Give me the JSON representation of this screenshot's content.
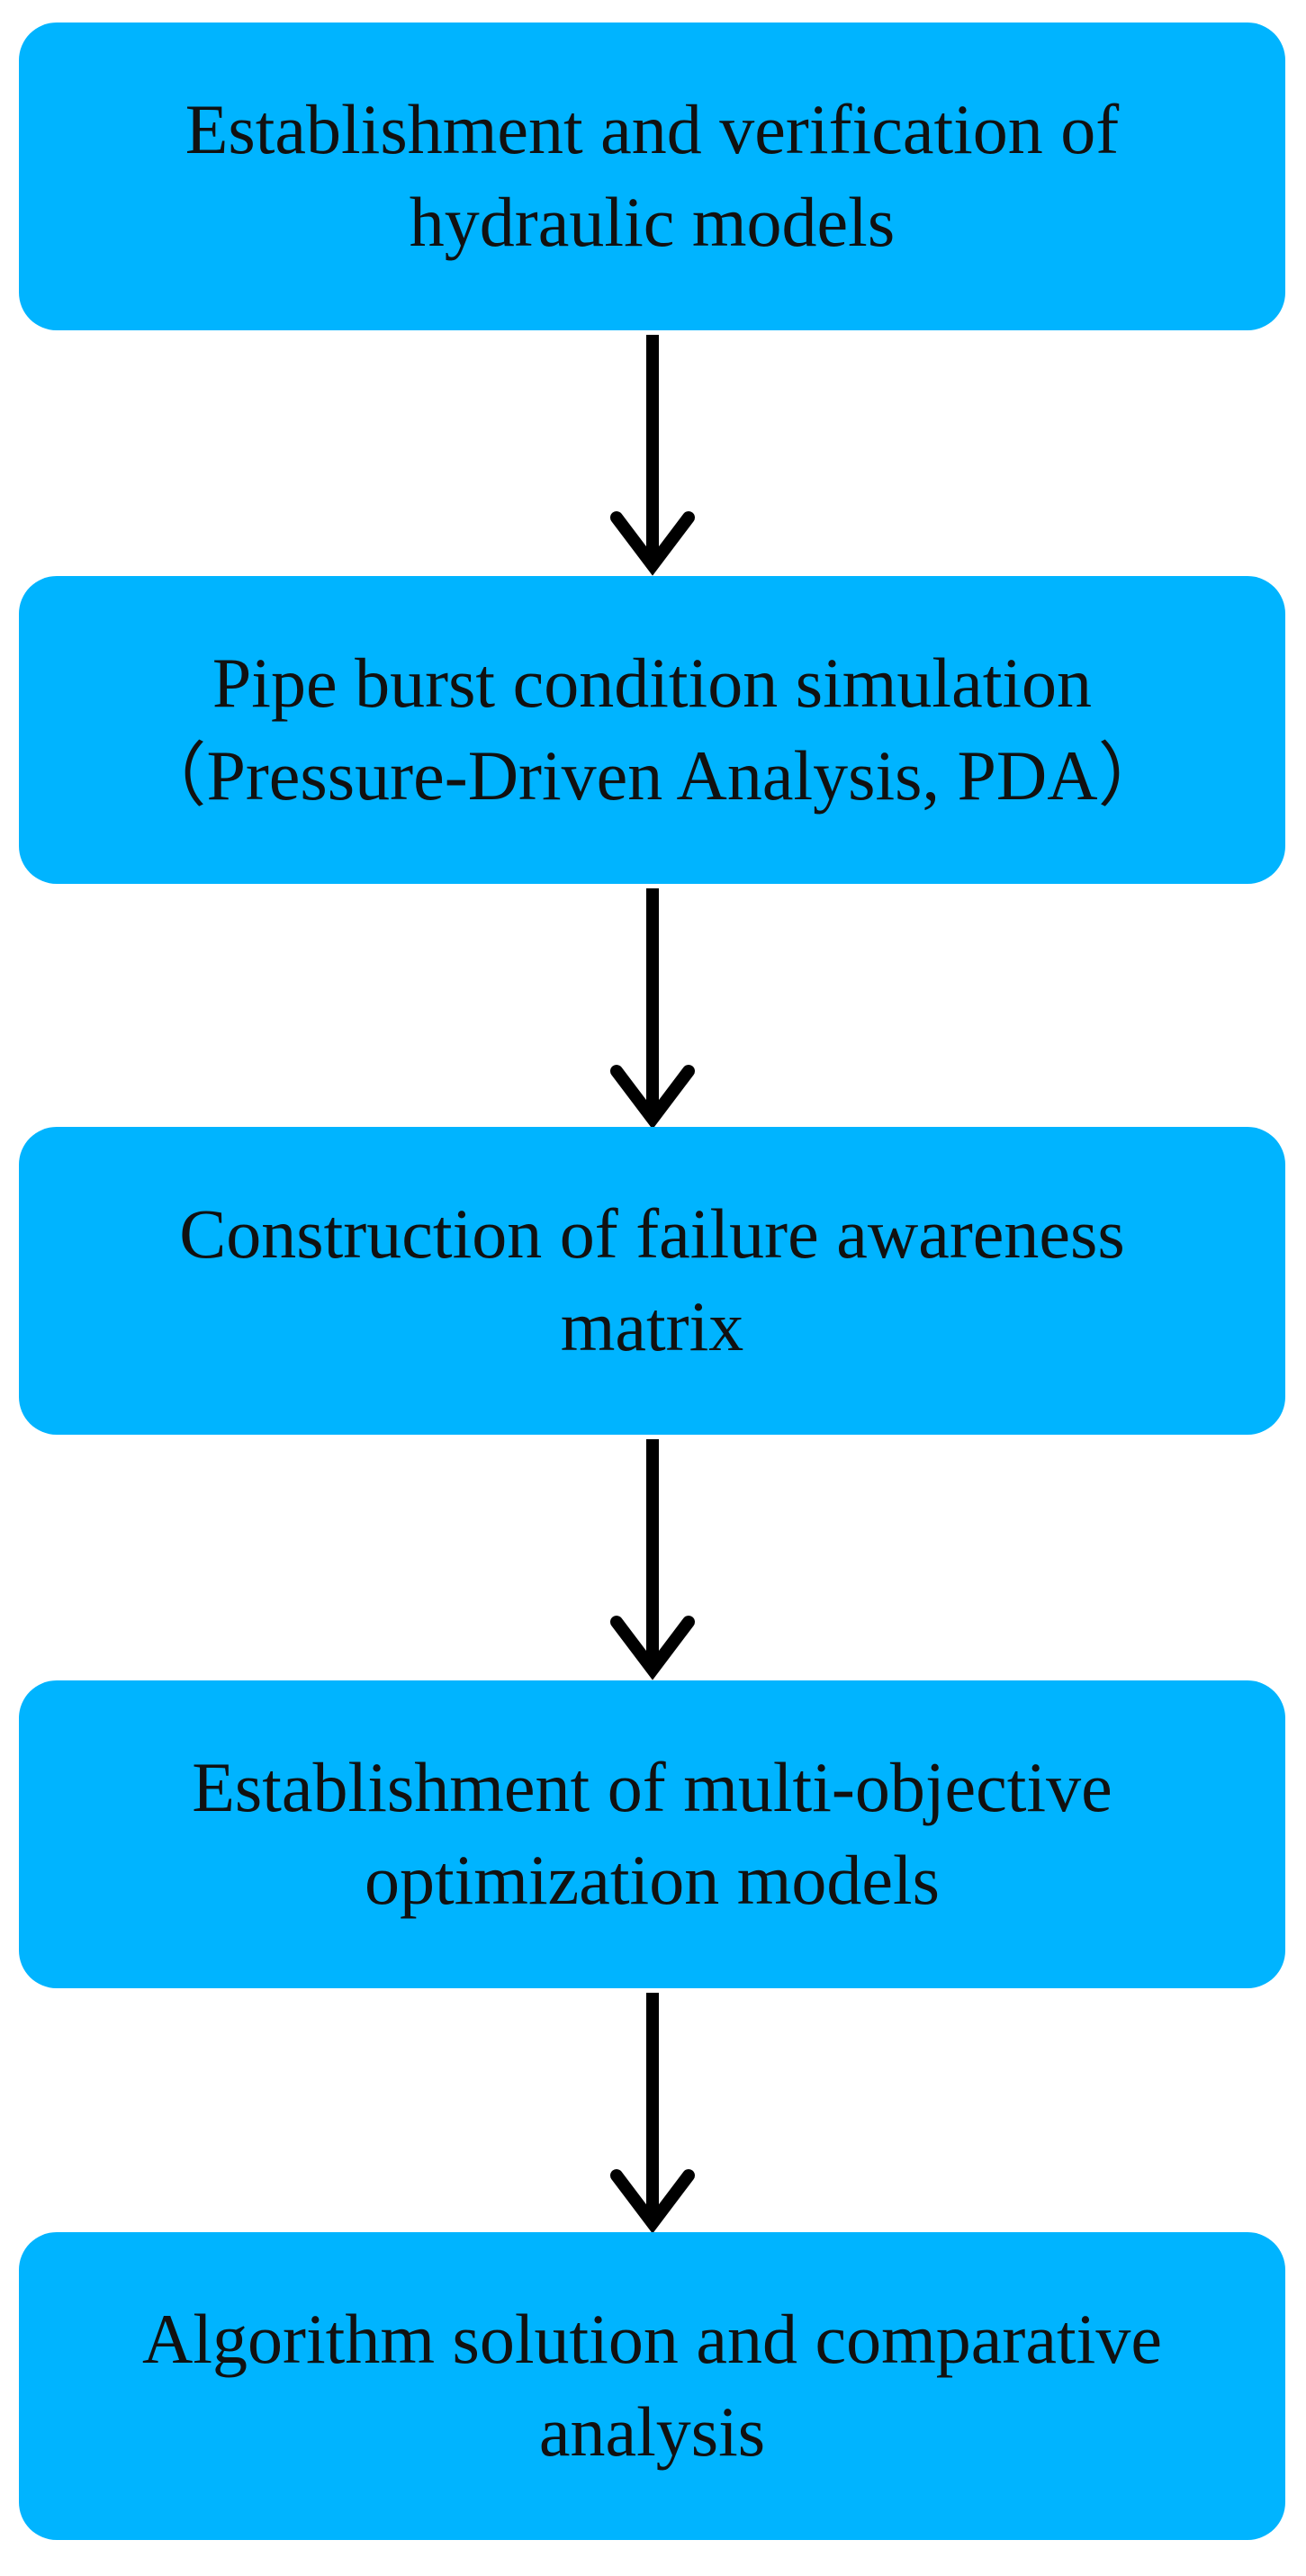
{
  "flowchart": {
    "colors": {
      "box_fill": "#00b4ff",
      "text": "#111111",
      "arrow": "#000000"
    },
    "steps": [
      {
        "label": "Establishment and verification of\nhydraulic models"
      },
      {
        "label": "Pipe burst condition simulation\n（Pressure-Driven Analysis, PDA）"
      },
      {
        "label": "Construction of failure awareness\nmatrix"
      },
      {
        "label": "Establishment of multi-objective\noptimization models"
      },
      {
        "label": "Algorithm solution and comparative\nanalysis"
      }
    ]
  }
}
